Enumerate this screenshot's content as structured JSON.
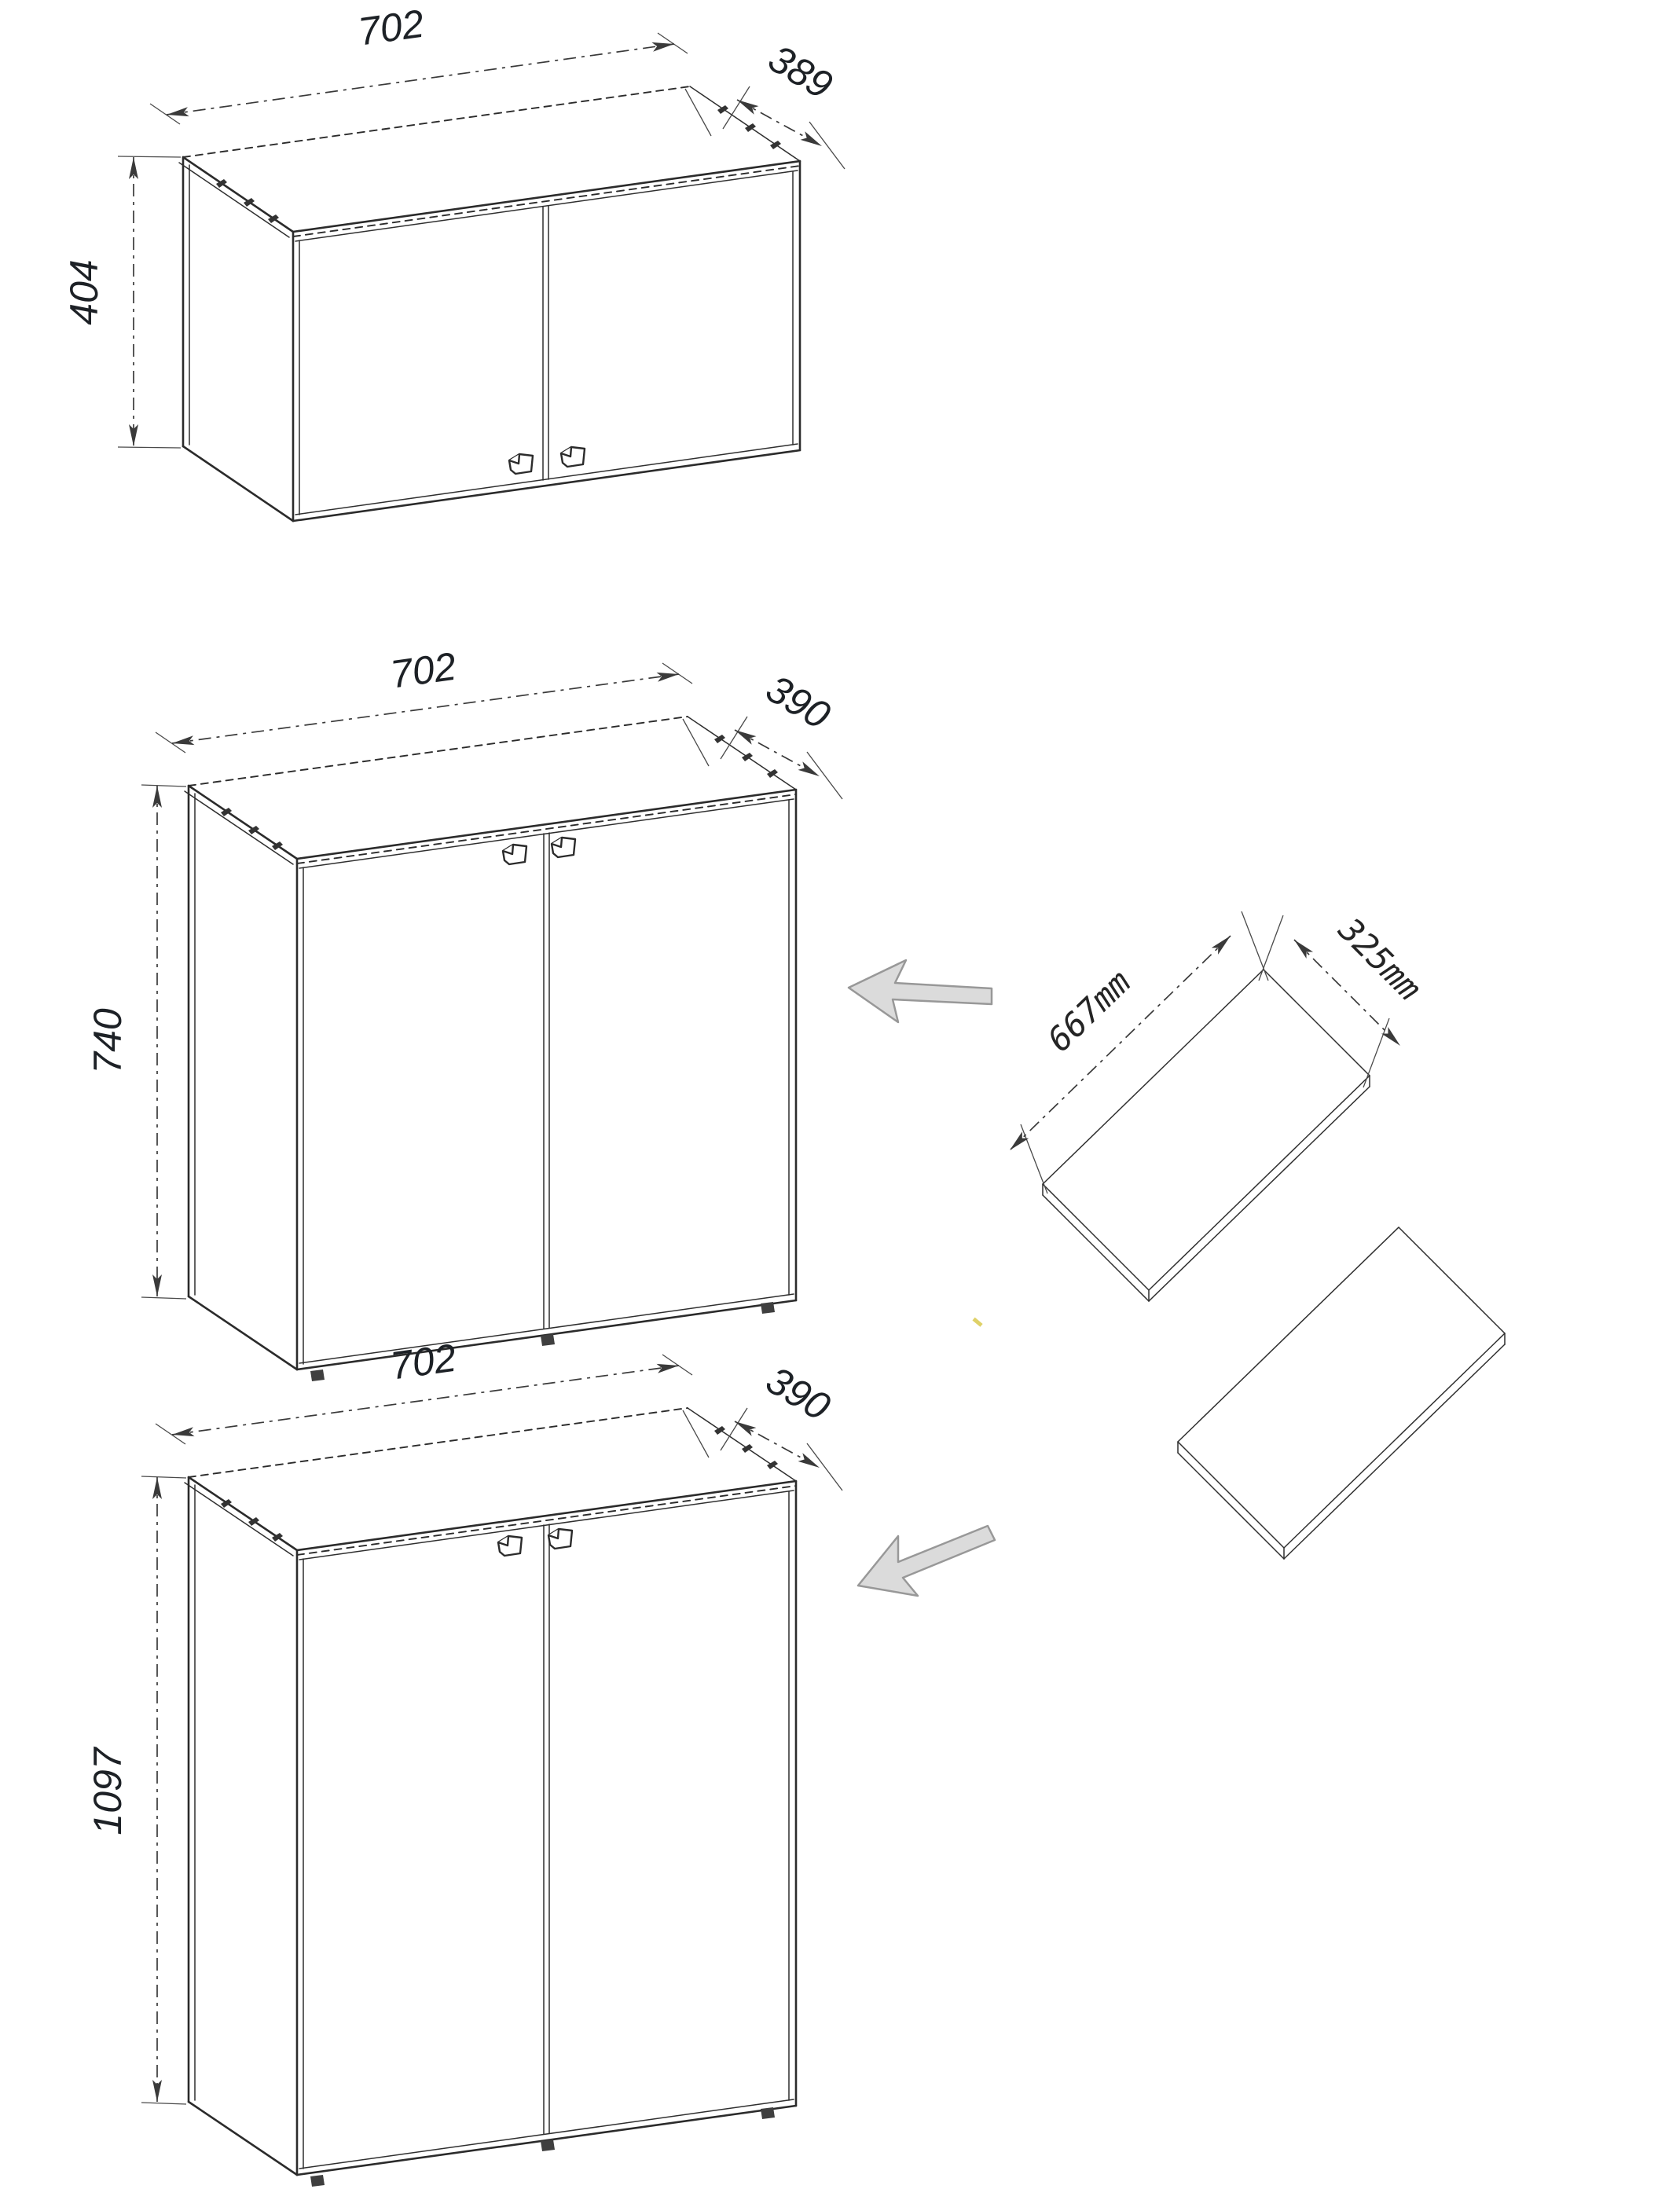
{
  "figure": {
    "type": "furniture-technical-drawing",
    "background_color": "#ffffff",
    "line_color": "#2b2b2b",
    "label_color": "#1d2126",
    "transfer_arrow_fill": "#dbdbdb",
    "transfer_arrow_stroke": "#989898"
  },
  "cabinets": [
    {
      "id": "wall-cabinet-404",
      "width_label": "702",
      "depth_label": "389",
      "height_label": "404",
      "doors": 2,
      "handle_position": "bottom"
    },
    {
      "id": "cabinet-740",
      "width_label": "702",
      "depth_label": "390",
      "height_label": "740",
      "doors": 2,
      "handle_position": "top"
    },
    {
      "id": "cabinet-1097",
      "width_label": "702",
      "depth_label": "390",
      "height_label": "1097",
      "doors": 2,
      "handle_position": "top"
    }
  ],
  "shelf_panels": {
    "count": 2,
    "length_label": "667mm",
    "depth_label": "325mm"
  },
  "arrows": [
    {
      "direction": "left"
    },
    {
      "direction": "down-left"
    }
  ]
}
